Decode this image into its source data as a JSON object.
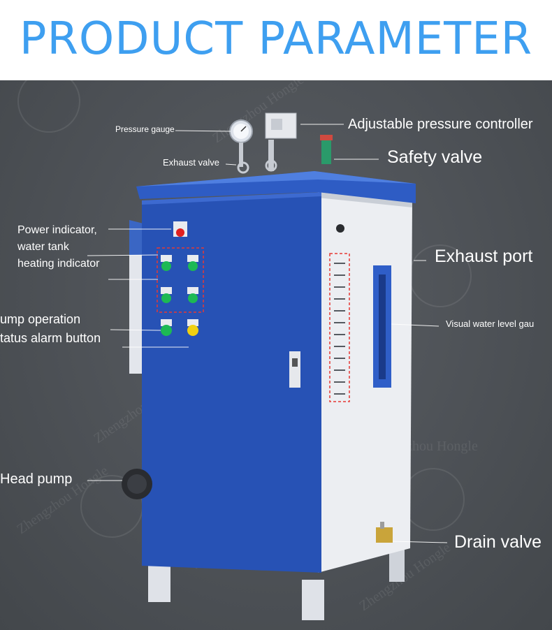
{
  "header": {
    "title": "PRODUCT PARAMETER"
  },
  "callouts": {
    "pressure_gauge": "Pressure gauge",
    "exhaust_valve": "Exhaust valve",
    "adjustable_pressure_controller": "Adjustable pressure controller",
    "safety_valve": "Safety valve",
    "power_indicator": "Power indicator, water tank heating indicator",
    "exhaust_port": "Exhaust port",
    "pump_operation": "ump operation",
    "status_alarm": "tatus alarm button",
    "visual_water_level": "Visual water level gau",
    "head_pump": "Head pump",
    "drain_valve": "Drain valve"
  },
  "watermark": {
    "text": "Zhengzhou Hongle"
  },
  "colors": {
    "title": "#3e9ff0",
    "background": "#4c5055",
    "cabinet_blue": "#2752b5",
    "panel_white": "#eceef2",
    "label_text": "#ffffff"
  }
}
